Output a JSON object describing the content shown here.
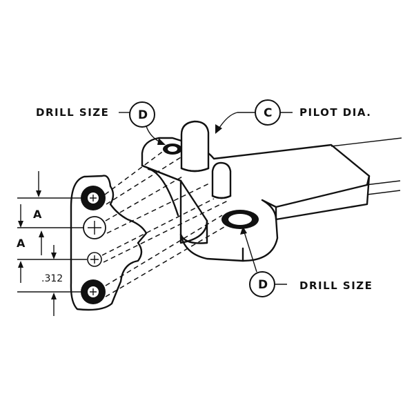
{
  "labels": {
    "drill_size_top": "DRILL SIZE",
    "pilot_dia": "PILOT DIA.",
    "drill_size_bottom": "DRILL SIZE"
  },
  "bubbles": {
    "d_top": "D",
    "c": "C",
    "d_bottom": "D"
  },
  "dimensions": {
    "a_upper": "A",
    "a_lower": "A",
    "offset": ".312"
  }
}
